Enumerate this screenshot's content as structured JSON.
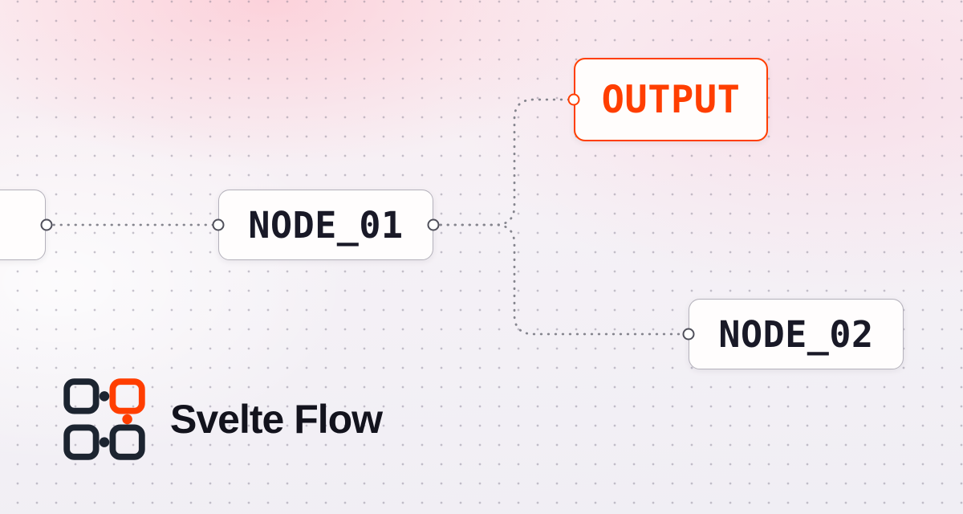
{
  "brand": {
    "name": "Svelte Flow"
  },
  "nodes": {
    "node01": {
      "label": "NODE_01"
    },
    "output": {
      "label": "OUTPUT"
    },
    "node02": {
      "label": "NODE_02"
    }
  },
  "colors": {
    "accent": "#ff3e00",
    "node-border": "#b4b1bb",
    "node-text": "#191927",
    "edge": "#85858e",
    "handle-border": "#4f4f5a",
    "logo-dark": "#1c2430",
    "brand-text": "#13131d"
  }
}
